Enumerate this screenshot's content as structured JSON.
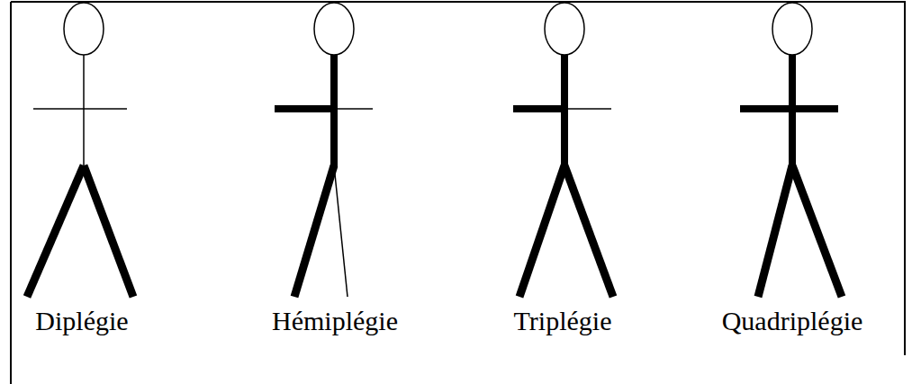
{
  "diagram": {
    "labels": [
      "Diplégie",
      "Hémiplégie",
      "Triplégie",
      "Quadriplégie"
    ]
  }
}
